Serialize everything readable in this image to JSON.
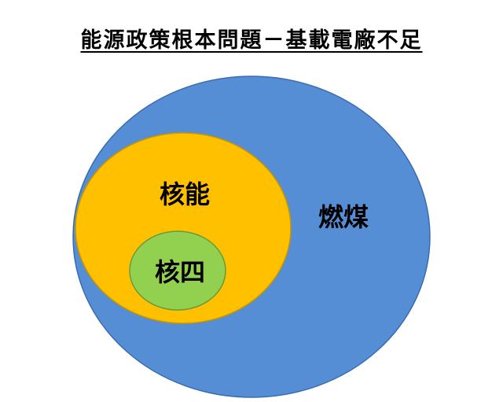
{
  "title": "能源政策根本問題－基載電廠不足",
  "diagram": {
    "outer": {
      "label": "燃煤",
      "color": "#558ED5"
    },
    "middle": {
      "label": "核能",
      "color": "#FFC000"
    },
    "inner": {
      "label": "核四",
      "color": "#92D050"
    }
  }
}
